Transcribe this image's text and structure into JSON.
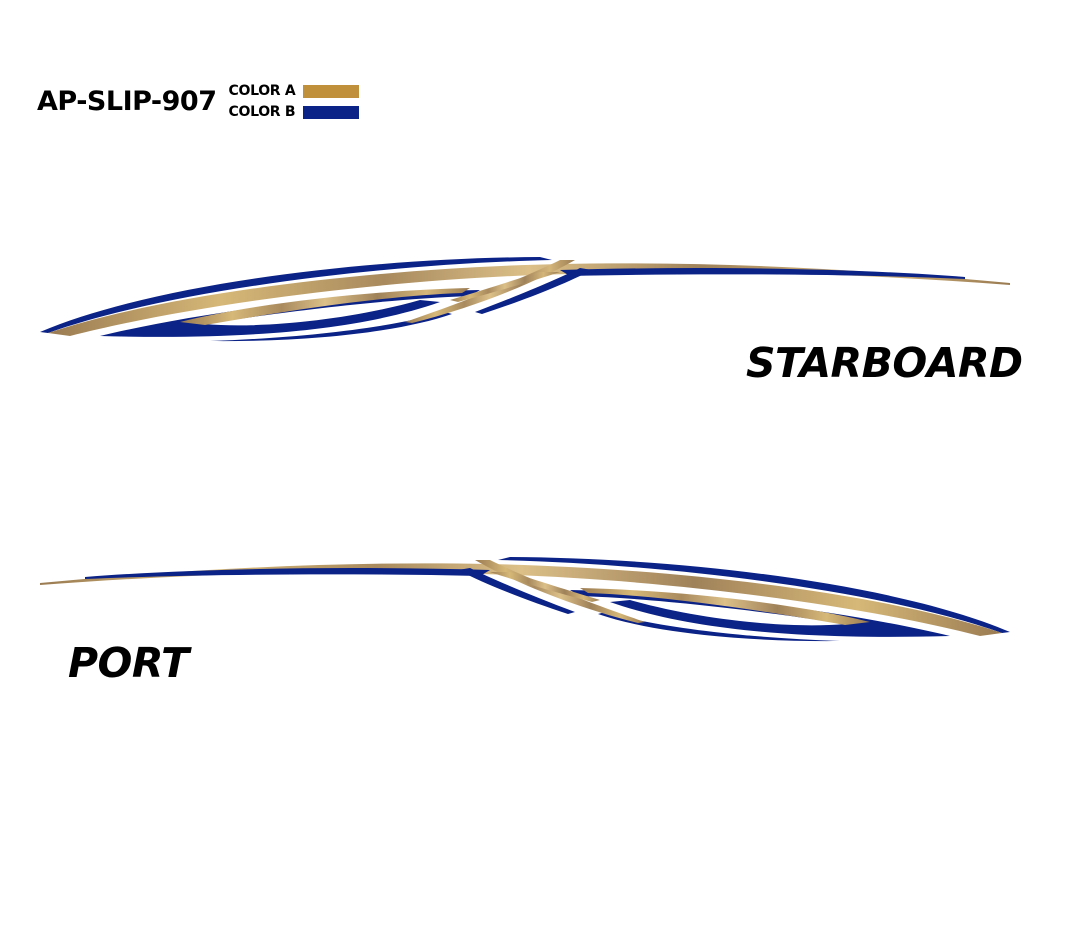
{
  "header": {
    "product_code": "AP-SLIP-907"
  },
  "legend": [
    {
      "label": "COLOR A",
      "color": "#c0903a"
    },
    {
      "label": "COLOR B",
      "color": "#0b2287"
    }
  ],
  "colors": {
    "gold_light": "#d6b878",
    "gold_dark": "#9a7b52",
    "blue": "#0b2287"
  },
  "labels": {
    "starboard": "STARBOARD",
    "port": "PORT"
  }
}
